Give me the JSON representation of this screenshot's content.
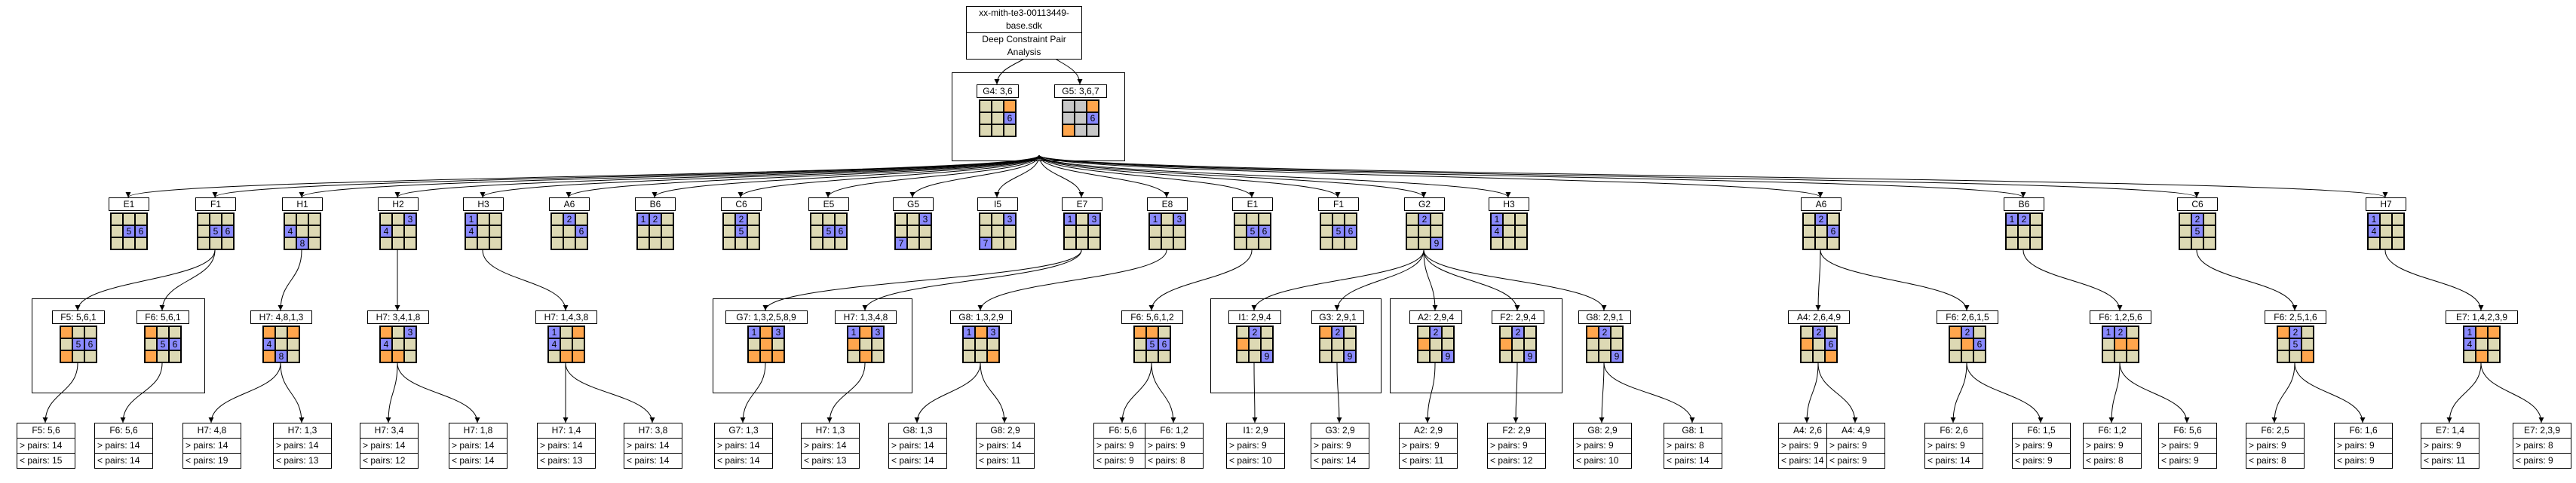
{
  "root": {
    "file": "xx-mith-te3-00113449-base.sdk",
    "subtitle": "Deep Constraint Pair Analysis"
  },
  "colors": {
    "blank": "#ddd9b4",
    "blue": "#8a8aff",
    "orange": "#ffa64d",
    "gray": "#c8c8c8"
  },
  "top_nodes": [
    {
      "label": "G4: 3,6",
      "cells": [
        [
          "b",
          "b",
          "o"
        ],
        [
          "b",
          "b",
          "6"
        ],
        [
          "b",
          "b",
          "b"
        ]
      ]
    },
    {
      "label": "G5: 3,6,7",
      "cells": [
        [
          "g",
          "g",
          "o"
        ],
        [
          "g",
          "g",
          "6"
        ],
        [
          "o",
          "g",
          "g"
        ]
      ]
    }
  ],
  "level1": [
    {
      "label": "E1",
      "cells": [
        [
          "b",
          "b",
          "b"
        ],
        [
          "b",
          "5",
          "6"
        ],
        [
          "b",
          "b",
          "b"
        ]
      ]
    },
    {
      "label": "F1",
      "cells": [
        [
          "b",
          "b",
          "b"
        ],
        [
          "b",
          "5",
          "6"
        ],
        [
          "b",
          "b",
          "b"
        ]
      ]
    },
    {
      "label": "H1",
      "cells": [
        [
          "b",
          "b",
          "b"
        ],
        [
          "4",
          "b",
          "b"
        ],
        [
          "b",
          "8",
          "b"
        ]
      ]
    },
    {
      "label": "H2",
      "cells": [
        [
          "b",
          "b",
          "3"
        ],
        [
          "4",
          "b",
          "b"
        ],
        [
          "b",
          "b",
          "b"
        ]
      ]
    },
    {
      "label": "H3",
      "cells": [
        [
          "1",
          "b",
          "b"
        ],
        [
          "4",
          "b",
          "b"
        ],
        [
          "b",
          "b",
          "b"
        ]
      ]
    },
    {
      "label": "A6",
      "cells": [
        [
          "b",
          "2",
          "b"
        ],
        [
          "b",
          "b",
          "6"
        ],
        [
          "b",
          "b",
          "b"
        ]
      ]
    },
    {
      "label": "B6",
      "cells": [
        [
          "1",
          "2",
          "b"
        ],
        [
          "b",
          "b",
          "b"
        ],
        [
          "b",
          "b",
          "b"
        ]
      ]
    },
    {
      "label": "C6",
      "cells": [
        [
          "b",
          "2",
          "b"
        ],
        [
          "b",
          "5",
          "b"
        ],
        [
          "b",
          "b",
          "b"
        ]
      ]
    },
    {
      "label": "E5",
      "cells": [
        [
          "b",
          "b",
          "b"
        ],
        [
          "b",
          "5",
          "6"
        ],
        [
          "b",
          "b",
          "b"
        ]
      ]
    },
    {
      "label": "G5",
      "cells": [
        [
          "b",
          "b",
          "3"
        ],
        [
          "b",
          "b",
          "b"
        ],
        [
          "7",
          "b",
          "b"
        ]
      ]
    },
    {
      "label": "I5",
      "cells": [
        [
          "b",
          "b",
          "3"
        ],
        [
          "b",
          "b",
          "b"
        ],
        [
          "7",
          "b",
          "b"
        ]
      ]
    },
    {
      "label": "E7",
      "cells": [
        [
          "1",
          "b",
          "3"
        ],
        [
          "b",
          "b",
          "b"
        ],
        [
          "b",
          "b",
          "b"
        ]
      ]
    },
    {
      "label": "E8",
      "cells": [
        [
          "1",
          "b",
          "3"
        ],
        [
          "b",
          "b",
          "b"
        ],
        [
          "b",
          "b",
          "b"
        ]
      ]
    },
    {
      "label": "E1",
      "cells": [
        [
          "b",
          "b",
          "b"
        ],
        [
          "b",
          "5",
          "6"
        ],
        [
          "b",
          "b",
          "b"
        ]
      ]
    },
    {
      "label": "F1",
      "cells": [
        [
          "b",
          "b",
          "b"
        ],
        [
          "b",
          "5",
          "6"
        ],
        [
          "b",
          "b",
          "b"
        ]
      ]
    },
    {
      "label": "G2",
      "cells": [
        [
          "b",
          "2",
          "b"
        ],
        [
          "b",
          "b",
          "b"
        ],
        [
          "b",
          "b",
          "9"
        ]
      ]
    },
    {
      "label": "H3",
      "cells": [
        [
          "1",
          "b",
          "b"
        ],
        [
          "4",
          "b",
          "b"
        ],
        [
          "b",
          "b",
          "b"
        ]
      ]
    },
    {
      "label": "A6",
      "cells": [
        [
          "b",
          "2",
          "b"
        ],
        [
          "b",
          "b",
          "6"
        ],
        [
          "b",
          "b",
          "b"
        ]
      ]
    },
    {
      "label": "B6",
      "cells": [
        [
          "1",
          "2",
          "b"
        ],
        [
          "b",
          "b",
          "b"
        ],
        [
          "b",
          "b",
          "b"
        ]
      ]
    },
    {
      "label": "C6",
      "cells": [
        [
          "b",
          "2",
          "b"
        ],
        [
          "b",
          "5",
          "b"
        ],
        [
          "b",
          "b",
          "b"
        ]
      ]
    },
    {
      "label": "H7",
      "cells": [
        [
          "1",
          "b",
          "b"
        ],
        [
          "4",
          "b",
          "b"
        ],
        [
          "b",
          "b",
          "b"
        ]
      ]
    }
  ],
  "level2": [
    {
      "label": "F5: 5,6,1",
      "cells": [
        [
          "o",
          "b",
          "b"
        ],
        [
          "b",
          "5",
          "6"
        ],
        [
          "o",
          "b",
          "b"
        ]
      ]
    },
    {
      "label": "F6: 5,6,1",
      "cells": [
        [
          "o",
          "b",
          "b"
        ],
        [
          "b",
          "5",
          "6"
        ],
        [
          "o",
          "b",
          "b"
        ]
      ]
    },
    {
      "label": "H7: 4,8,1,3",
      "cells": [
        [
          "o",
          "b",
          "o"
        ],
        [
          "4",
          "b",
          "b"
        ],
        [
          "o",
          "8",
          "b"
        ]
      ]
    },
    {
      "label": "H7: 3,4,1,8",
      "cells": [
        [
          "o",
          "b",
          "3"
        ],
        [
          "4",
          "b",
          "b"
        ],
        [
          "o",
          "o",
          "b"
        ]
      ]
    },
    {
      "label": "H7: 1,4,3,8",
      "cells": [
        [
          "1",
          "b",
          "o"
        ],
        [
          "4",
          "b",
          "b"
        ],
        [
          "b",
          "o",
          "o"
        ]
      ]
    },
    {
      "label": "G7: 1,3,2,5,8,9",
      "cells": [
        [
          "1",
          "o",
          "3"
        ],
        [
          "b",
          "o",
          "b"
        ],
        [
          "o",
          "o",
          "o"
        ]
      ]
    },
    {
      "label": "H7: 1,3,4,8",
      "cells": [
        [
          "1",
          "o",
          "3"
        ],
        [
          "o",
          "b",
          "b"
        ],
        [
          "b",
          "o",
          "b"
        ]
      ]
    },
    {
      "label": "G8: 1,3,2,9",
      "cells": [
        [
          "1",
          "o",
          "3"
        ],
        [
          "b",
          "b",
          "b"
        ],
        [
          "b",
          "b",
          "o"
        ]
      ]
    },
    {
      "label": "F6: 5,6,1,2",
      "cells": [
        [
          "o",
          "o",
          "b"
        ],
        [
          "b",
          "5",
          "6"
        ],
        [
          "b",
          "b",
          "b"
        ]
      ]
    },
    {
      "label": "I1: 2,9,4",
      "cells": [
        [
          "b",
          "2",
          "b"
        ],
        [
          "o",
          "b",
          "b"
        ],
        [
          "b",
          "b",
          "9"
        ]
      ]
    },
    {
      "label": "G3: 2,9,1",
      "cells": [
        [
          "o",
          "2",
          "b"
        ],
        [
          "b",
          "b",
          "b"
        ],
        [
          "b",
          "b",
          "9"
        ]
      ]
    },
    {
      "label": "A2: 2,9,4",
      "cells": [
        [
          "b",
          "2",
          "b"
        ],
        [
          "o",
          "b",
          "b"
        ],
        [
          "b",
          "b",
          "9"
        ]
      ]
    },
    {
      "label": "F2: 2,9,4",
      "cells": [
        [
          "b",
          "2",
          "b"
        ],
        [
          "o",
          "b",
          "b"
        ],
        [
          "b",
          "b",
          "9"
        ]
      ]
    },
    {
      "label": "G8: 2,9,1",
      "cells": [
        [
          "o",
          "2",
          "b"
        ],
        [
          "b",
          "b",
          "b"
        ],
        [
          "b",
          "b",
          "9"
        ]
      ]
    },
    {
      "label": "A4: 2,6,4,9",
      "cells": [
        [
          "b",
          "2",
          "b"
        ],
        [
          "o",
          "b",
          "6"
        ],
        [
          "b",
          "b",
          "o"
        ]
      ]
    },
    {
      "label": "F6: 2,6,1,5",
      "cells": [
        [
          "o",
          "2",
          "b"
        ],
        [
          "b",
          "o",
          "6"
        ],
        [
          "b",
          "b",
          "b"
        ]
      ]
    },
    {
      "label": "F6: 1,2,5,6",
      "cells": [
        [
          "1",
          "2",
          "b"
        ],
        [
          "b",
          "o",
          "o"
        ],
        [
          "b",
          "b",
          "b"
        ]
      ]
    },
    {
      "label": "F6: 2,5,1,6",
      "cells": [
        [
          "o",
          "2",
          "b"
        ],
        [
          "b",
          "5",
          "b"
        ],
        [
          "b",
          "b",
          "o"
        ]
      ]
    },
    {
      "label": "E7: 1,4,2,3,9",
      "cells": [
        [
          "1",
          "o",
          "o"
        ],
        [
          "4",
          "b",
          "b"
        ],
        [
          "b",
          "o",
          "b"
        ]
      ]
    }
  ],
  "leaves": [
    {
      "label": "F5: 5,6",
      "gt": "> pairs: 14",
      "lt": "< pairs: 15"
    },
    {
      "label": "F6: 5,6",
      "gt": "> pairs: 14",
      "lt": "< pairs: 14"
    },
    {
      "label": "H7: 4,8",
      "gt": "> pairs: 14",
      "lt": "< pairs: 19"
    },
    {
      "label": "H7: 1,3",
      "gt": "> pairs: 14",
      "lt": "< pairs: 13"
    },
    {
      "label": "H7: 3,4",
      "gt": "> pairs: 14",
      "lt": "< pairs: 12"
    },
    {
      "label": "H7: 1,8",
      "gt": "> pairs: 14",
      "lt": "< pairs: 14"
    },
    {
      "label": "H7: 1,4",
      "gt": "> pairs: 14",
      "lt": "< pairs: 13"
    },
    {
      "label": "H7: 3,8",
      "gt": "> pairs: 14",
      "lt": "< pairs: 14"
    },
    {
      "label": "G7: 1,3",
      "gt": "> pairs: 14",
      "lt": "< pairs: 14"
    },
    {
      "label": "H7: 1,3",
      "gt": "> pairs: 14",
      "lt": "< pairs: 13"
    },
    {
      "label": "G8: 1,3",
      "gt": "> pairs: 14",
      "lt": "< pairs: 14"
    },
    {
      "label": "G8: 2,9",
      "gt": "> pairs: 14",
      "lt": "< pairs: 11"
    },
    {
      "label": "F6: 5,6",
      "gt": "> pairs: 9",
      "lt": "< pairs: 9"
    },
    {
      "label": "F6: 1,2",
      "gt": "> pairs: 9",
      "lt": "< pairs: 8"
    },
    {
      "label": "I1: 2,9",
      "gt": "> pairs: 9",
      "lt": "< pairs: 10"
    },
    {
      "label": "G3: 2,9",
      "gt": "> pairs: 9",
      "lt": "< pairs: 14"
    },
    {
      "label": "A2: 2,9",
      "gt": "> pairs: 9",
      "lt": "< pairs: 11"
    },
    {
      "label": "F2: 2,9",
      "gt": "> pairs: 9",
      "lt": "< pairs: 12"
    },
    {
      "label": "G8: 2,9",
      "gt": "> pairs: 9",
      "lt": "< pairs: 10"
    },
    {
      "label": "G8: 1",
      "gt": "> pairs: 8",
      "lt": "< pairs: 14"
    },
    {
      "label": "A4: 2,6",
      "gt": "> pairs: 9",
      "lt": "< pairs: 14"
    },
    {
      "label": "A4: 4,9",
      "gt": "> pairs: 9",
      "lt": "< pairs: 9"
    },
    {
      "label": "F6: 2,6",
      "gt": "> pairs: 9",
      "lt": "< pairs: 14"
    },
    {
      "label": "F6: 1,5",
      "gt": "> pairs: 9",
      "lt": "< pairs: 9"
    },
    {
      "label": "F6: 1,2",
      "gt": "> pairs: 9",
      "lt": "< pairs: 8"
    },
    {
      "label": "F6: 5,6",
      "gt": "> pairs: 9",
      "lt": "< pairs: 9"
    },
    {
      "label": "F6: 2,5",
      "gt": "> pairs: 9",
      "lt": "< pairs: 8"
    },
    {
      "label": "F6: 1,6",
      "gt": "> pairs: 9",
      "lt": "< pairs: 9"
    },
    {
      "label": "E7: 1,4",
      "gt": "> pairs: 9",
      "lt": "< pairs: 11"
    },
    {
      "label": "E7: 2,3,9",
      "gt": "> pairs: 8",
      "lt": "< pairs: 9"
    }
  ]
}
